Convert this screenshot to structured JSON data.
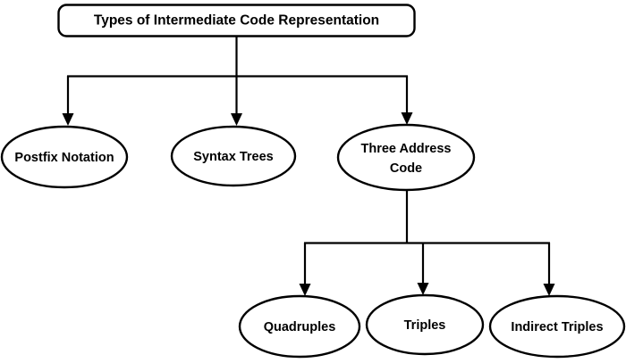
{
  "diagram": {
    "title": "Types of Intermediate Code Representation",
    "type": "hierarchy-tree",
    "background_color": "#ffffff",
    "stroke_color": "#000000",
    "text_color": "#000000",
    "root": {
      "label": "Types of Intermediate Code Representation",
      "shape": "rounded-rectangle"
    },
    "level1": [
      {
        "label": "Postfix Notation",
        "shape": "ellipse"
      },
      {
        "label": "Syntax Trees",
        "shape": "ellipse"
      },
      {
        "label_line1": "Three Address",
        "label_line2": "Code",
        "label": "Three Address Code",
        "shape": "ellipse"
      }
    ],
    "level2_parent": "Three Address Code",
    "level2": [
      {
        "label": "Quadruples",
        "shape": "ellipse"
      },
      {
        "label": "Triples",
        "shape": "ellipse"
      },
      {
        "label": "Indirect Triples",
        "shape": "ellipse"
      }
    ]
  }
}
